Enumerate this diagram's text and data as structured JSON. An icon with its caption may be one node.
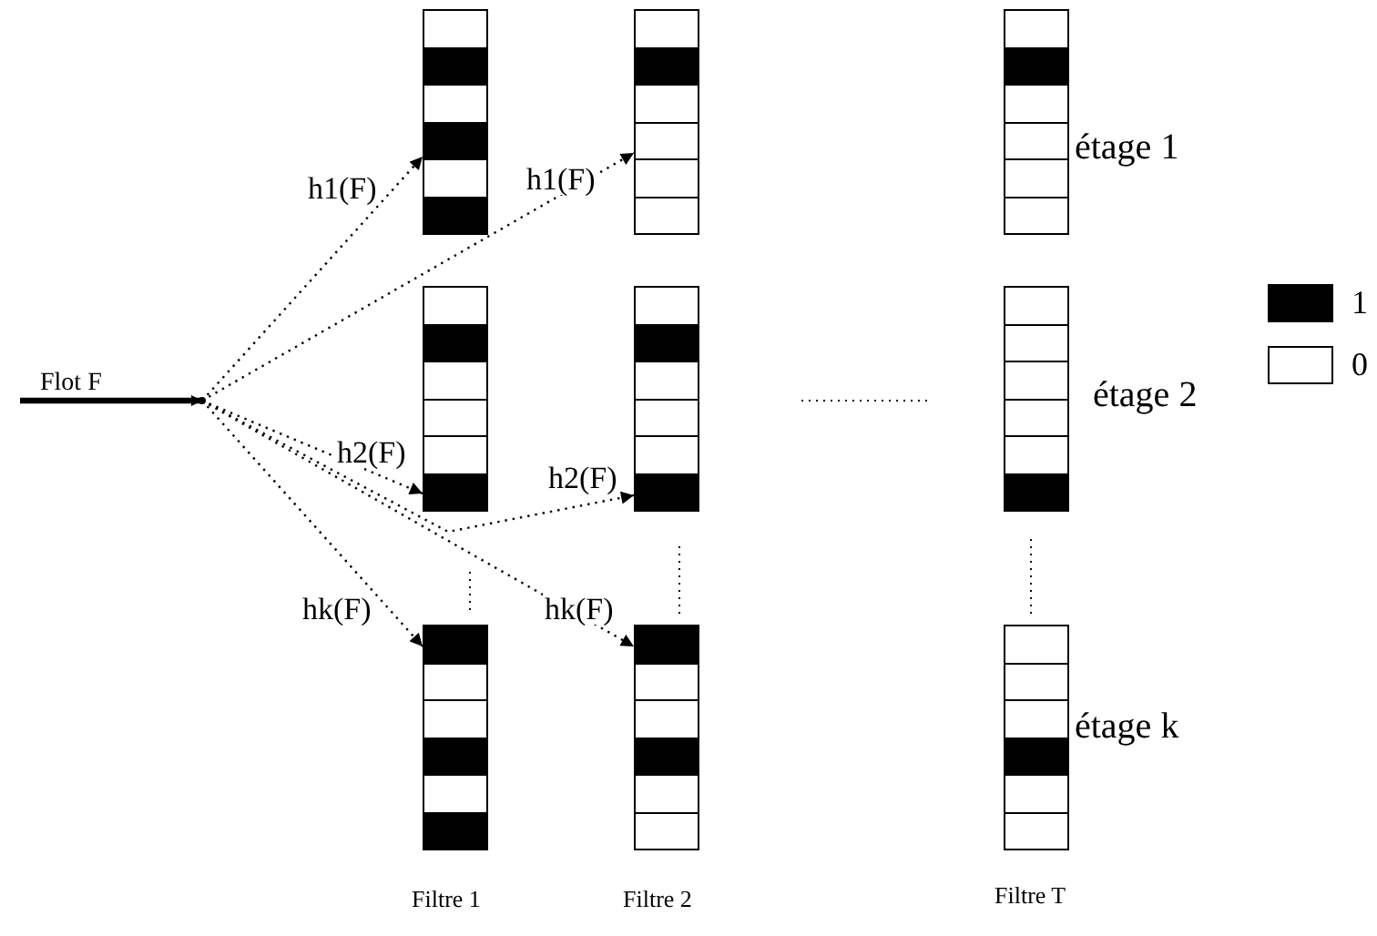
{
  "diagram": {
    "nodes": [
      {
        "text": [],
        "shape": "point"
      },
      {
        "text": [],
        "shape": "bar"
      },
      {
        "text": [],
        "shape": "bar"
      },
      {
        "text": [],
        "shape": "bar",
        "beside": [
          "étage 1"
        ]
      },
      {
        "text": [],
        "shape": "bar"
      },
      {
        "text": [],
        "shape": "bar"
      },
      {
        "text": [],
        "shape": "bar",
        "beside": [
          "étage 2"
        ]
      },
      {
        "text": [],
        "shape": "bar"
      },
      {
        "text": [],
        "shape": "bar"
      },
      {
        "text": [],
        "shape": "bar",
        "beside": [
          "étage k"
        ]
      }
    ],
    "edges": [
      {
        "from": null,
        "to": 0,
        "arrow": "to",
        "label": "Flot F",
        "style": "thick"
      },
      {
        "from": 0,
        "to": 1,
        "arrow": "to",
        "label": "h1(F)",
        "style": "dashed"
      },
      {
        "from": 0,
        "to": 2,
        "arrow": "to",
        "label": "h1(F)",
        "style": "dashed"
      },
      {
        "from": 0,
        "to": 4,
        "arrow": "to",
        "label": "h2(F)",
        "style": "dashed"
      },
      {
        "from": 0,
        "to": 5,
        "arrow": "to",
        "label": "h2(F)",
        "style": "dashed"
      },
      {
        "from": 0,
        "to": 7,
        "arrow": "to",
        "label": "hk(F)",
        "style": "dashed"
      },
      {
        "from": 0,
        "to": 8,
        "arrow": "to",
        "label": "hk(F)",
        "style": "dashed"
      }
    ],
    "labels": [
      "Filtre 1",
      "Filtre 2",
      "Filtre T"
    ],
    "legend": [
      {
        "text": "1",
        "color": "#000000"
      },
      {
        "text": "0",
        "color": "#ffffff"
      }
    ]
  }
}
